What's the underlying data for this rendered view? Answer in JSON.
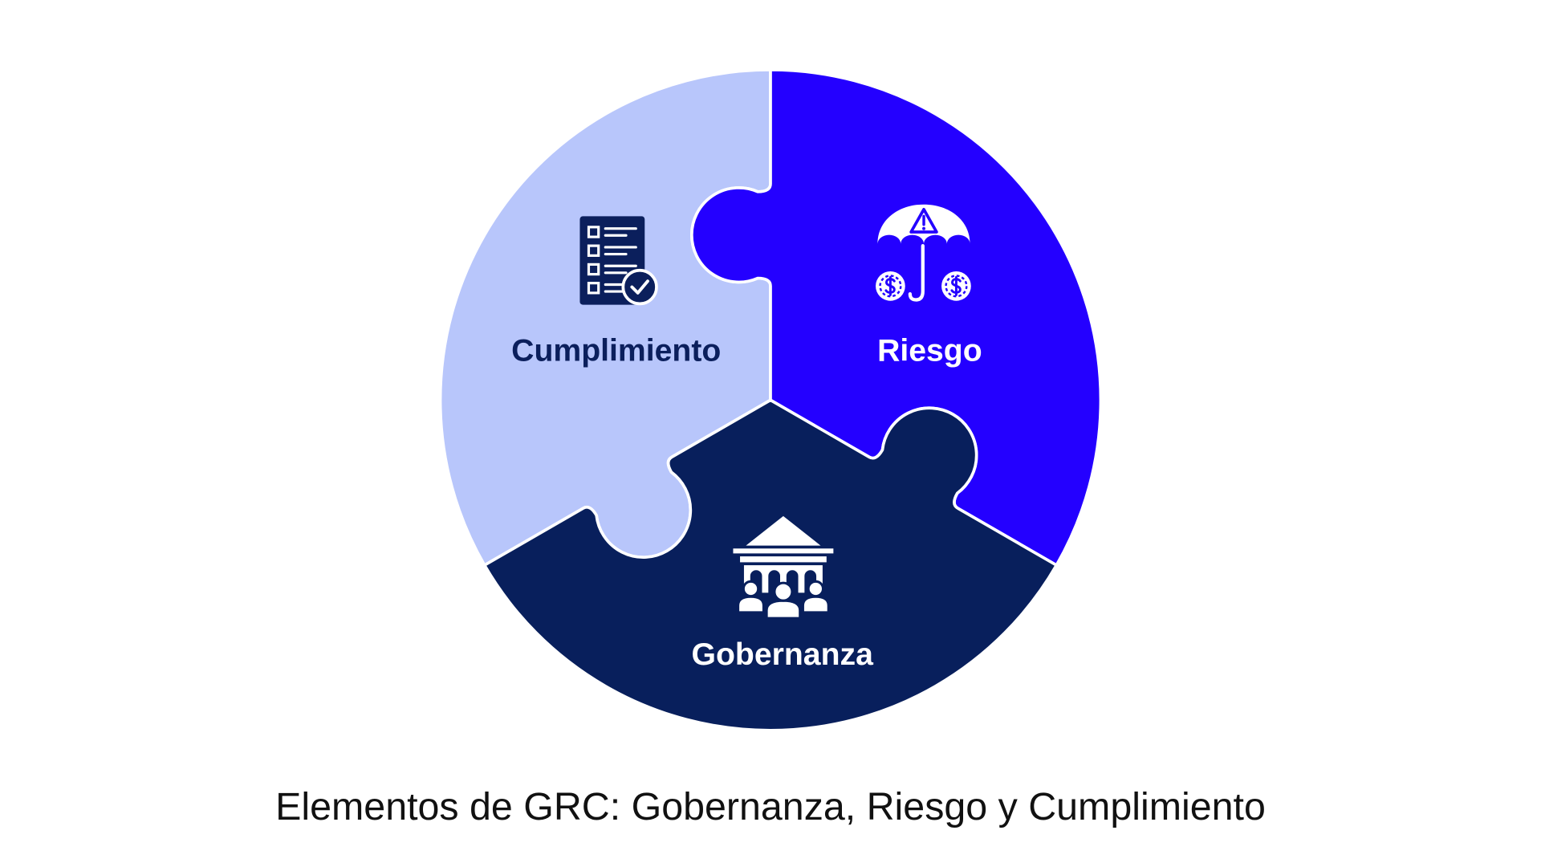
{
  "diagram": {
    "pieces": [
      {
        "label": "Cumplimiento",
        "color": "#b8c6fb",
        "text_color": "#0b1f5c",
        "icon": "checklist-icon"
      },
      {
        "label": "Riesgo",
        "color": "#2400ff",
        "text_color": "#ffffff",
        "icon": "umbrella-risk-icon"
      },
      {
        "label": "Gobernanza",
        "color": "#081f5c",
        "text_color": "#ffffff",
        "icon": "government-building-people-icon"
      }
    ],
    "caption": "Elementos de GRC: Gobernanza, Riesgo y Cumplimiento"
  }
}
